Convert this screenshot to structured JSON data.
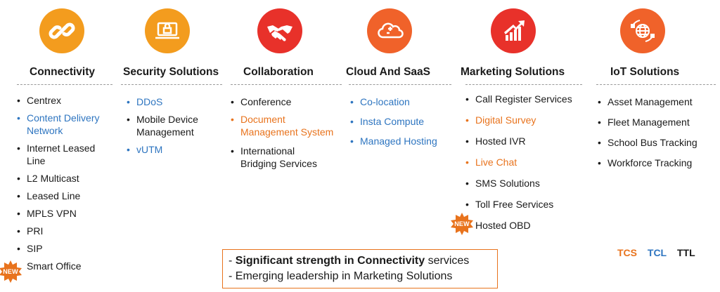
{
  "colors": {
    "tcs": "#e8731d",
    "tcl": "#2e75c0",
    "ttl": "#1a1a1a",
    "icon_orange": "#f39c1e",
    "icon_red": "#e8312a",
    "icon_deep_orange": "#f0622a"
  },
  "columns": [
    {
      "title": "Connectivity",
      "icon": "chain-link-icon",
      "items": [
        {
          "text": "Centrex",
          "company": "ttl"
        },
        {
          "text": "Content Delivery Network",
          "company": "tcl"
        },
        {
          "text": "Internet Leased Line",
          "company": "ttl"
        },
        {
          "text": "L2 Multicast",
          "company": "ttl"
        },
        {
          "text": "Leased Line",
          "company": "ttl"
        },
        {
          "text": "MPLS VPN",
          "company": "ttl"
        },
        {
          "text": "PRI",
          "company": "ttl"
        },
        {
          "text": "SIP",
          "company": "ttl"
        },
        {
          "text": "Smart Office",
          "company": "ttl",
          "is_new": true
        }
      ]
    },
    {
      "title": "Security Solutions",
      "icon": "laptop-lock-icon",
      "items": [
        {
          "text": "DDoS",
          "company": "tcl"
        },
        {
          "text": "Mobile Device Management",
          "company": "ttl"
        },
        {
          "text": "vUTM",
          "company": "tcl"
        }
      ]
    },
    {
      "title": "Collaboration",
      "icon": "handshake-icon",
      "items": [
        {
          "text": "Conference",
          "company": "ttl"
        },
        {
          "text": "Document Management System",
          "company": "tcs"
        },
        {
          "text": "International Bridging Services",
          "company": "ttl"
        }
      ]
    },
    {
      "title": "Cloud And SaaS",
      "icon": "cloud-icon",
      "items": [
        {
          "text": "Co-location",
          "company": "tcl"
        },
        {
          "text": "Insta Compute",
          "company": "tcl"
        },
        {
          "text": "Managed Hosting",
          "company": "tcl"
        }
      ]
    },
    {
      "title": "Marketing Solutions",
      "icon": "growth-chart-icon",
      "items": [
        {
          "text": "Call Register Services",
          "company": "ttl"
        },
        {
          "text": "Digital Survey",
          "company": "tcs"
        },
        {
          "text": "Hosted IVR",
          "company": "ttl"
        },
        {
          "text": "Live Chat",
          "company": "tcs"
        },
        {
          "text": "SMS Solutions",
          "company": "ttl"
        },
        {
          "text": "Toll Free Services",
          "company": "ttl"
        },
        {
          "text": "Hosted OBD",
          "company": "ttl",
          "is_new": true
        }
      ]
    },
    {
      "title": "IoT Solutions",
      "icon": "globe-network-icon",
      "items": [
        {
          "text": "Asset Management",
          "company": "ttl"
        },
        {
          "text": "Fleet Management",
          "company": "ttl"
        },
        {
          "text": "School Bus Tracking",
          "company": "ttl"
        },
        {
          "text": "Workforce Tracking",
          "company": "ttl"
        }
      ]
    }
  ],
  "new_badge_label": "NEW",
  "summary": {
    "line1_prefix": "- ",
    "line1_bold": "Significant strength in Connectivity",
    "line1_suffix": " services",
    "line2": "- Emerging leadership in Marketing Solutions"
  },
  "legend": {
    "tcs": "TCS",
    "tcl": "TCL",
    "ttl": "TTL"
  }
}
